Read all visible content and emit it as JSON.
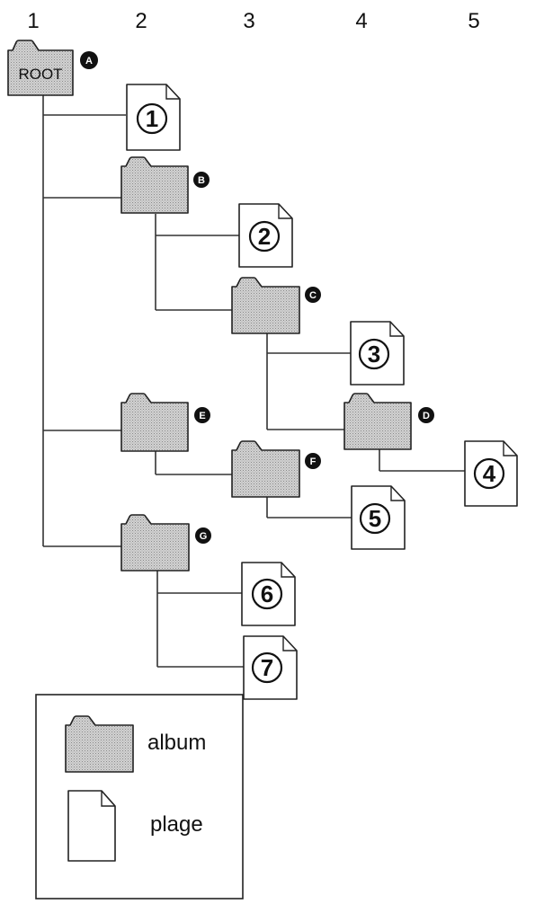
{
  "colors": {
    "folder_fill": "#c9c9c9",
    "stroke": "#222222",
    "badge": "#111111",
    "page_fill": "#ffffff"
  },
  "column_labels": [
    "1",
    "2",
    "3",
    "4",
    "5"
  ],
  "root": {
    "label": "ROOT",
    "badge": "A"
  },
  "albums": [
    {
      "id": "B",
      "badge": "B"
    },
    {
      "id": "C",
      "badge": "C"
    },
    {
      "id": "D",
      "badge": "D"
    },
    {
      "id": "E",
      "badge": "E"
    },
    {
      "id": "F",
      "badge": "F"
    },
    {
      "id": "G",
      "badge": "G"
    }
  ],
  "pages": [
    {
      "id": "1",
      "label": "1"
    },
    {
      "id": "2",
      "label": "2"
    },
    {
      "id": "3",
      "label": "3"
    },
    {
      "id": "4",
      "label": "4"
    },
    {
      "id": "5",
      "label": "5"
    },
    {
      "id": "6",
      "label": "6"
    },
    {
      "id": "7",
      "label": "7"
    }
  ],
  "legend": {
    "album_label": "album",
    "page_label": "plage"
  }
}
